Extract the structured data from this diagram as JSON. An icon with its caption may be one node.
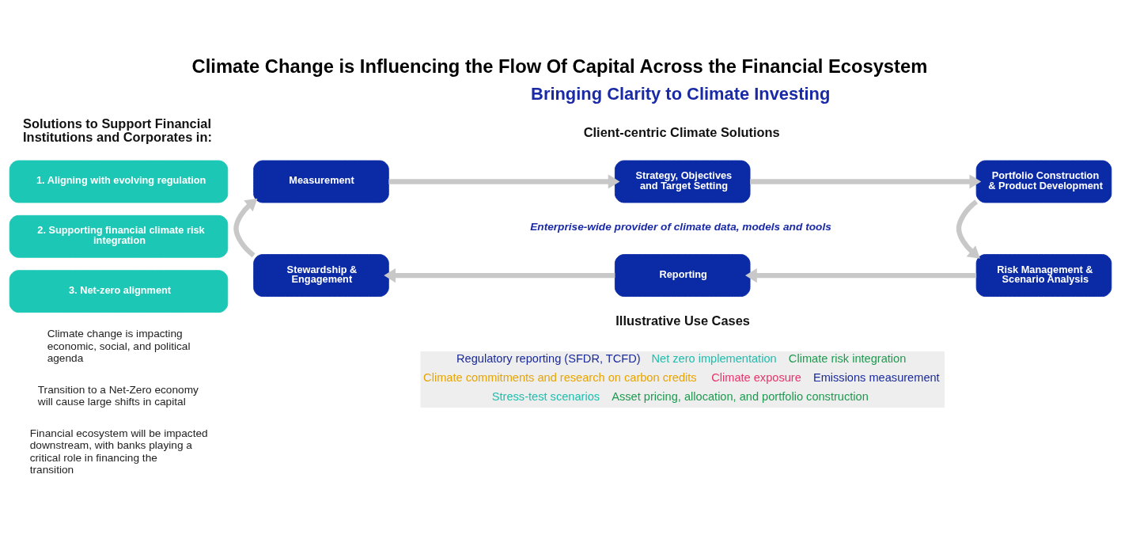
{
  "diagram": {
    "title": "Climate Change is Influencing the Flow Of Capital Across the Financial Ecosystem",
    "nodes": [
      {
        "text": [
          "Measurement"
        ]
      },
      {
        "text": [
          "Strategy, Objectives and Target Setting"
        ]
      },
      {
        "text": [
          "Portfolio Construction & Product Development"
        ]
      },
      {
        "text": [
          "Risk Management & Scenario Analysis"
        ]
      },
      {
        "text": [
          "Reporting"
        ]
      },
      {
        "text": [
          "Stewardship & Engagement"
        ]
      },
      {
        "text": [
          "1. Aligning with evolving regulation"
        ]
      },
      {
        "text": [
          "2. Supporting financial climate risk integration"
        ]
      },
      {
        "text": [
          "3. Net-zero alignment"
        ]
      }
    ],
    "edges": [
      {
        "from": 0,
        "to": 1,
        "arrow": "to"
      },
      {
        "from": 1,
        "to": 2,
        "arrow": "to"
      },
      {
        "from": 2,
        "to": 3,
        "arrow": "to"
      },
      {
        "from": 3,
        "to": 4,
        "arrow": "to"
      },
      {
        "from": 4,
        "to": 5,
        "arrow": "to"
      },
      {
        "from": 5,
        "to": 0,
        "arrow": "to"
      }
    ],
    "labels": [
      "Bringing Clarity to Climate Investing",
      "Solutions to Support Financial Institutions and Corporates in:",
      "Climate change is impacting economic, social, and political agenda",
      "Transition to a Net-Zero economy will cause large shifts in capital",
      "Financial ecosystem will be impacted downstream, with banks playing a critical role in financing the transition",
      "Client-centric Climate Solutions",
      "Enterprise-wide provider of climate data, models and tools",
      "Illustrative Use Cases",
      "Regulatory reporting (SFDR, TCFD)",
      "Net zero implementation",
      "Climate risk integration",
      "Climate commitments and research on carbon credits",
      "Climate exposure",
      "Emissions measurement",
      "Stress-test scenarios",
      "Asset pricing, allocation, and portfolio construction"
    ]
  }
}
